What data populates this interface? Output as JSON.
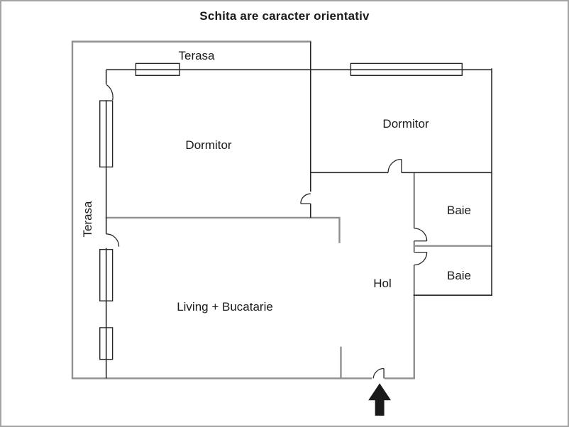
{
  "title": "Schita are caracter orientativ",
  "rooms": {
    "terasa_top": "Terasa",
    "terasa_left": "Terasa",
    "dormitor_left": "Dormitor",
    "dormitor_right": "Dormitor",
    "living": "Living + Bucatarie",
    "hol": "Hol",
    "baie_upper": "Baie",
    "baie_lower": "Baie"
  },
  "icons": {
    "entrance_arrow": "up-arrow"
  },
  "colors": {
    "wall_dark": "#262626",
    "wall_gray": "#8f8f8f",
    "text": "#1a1a1a",
    "arrow": "#1a1a1a",
    "background": "#ffffff",
    "frame": "#a3a3a3"
  }
}
